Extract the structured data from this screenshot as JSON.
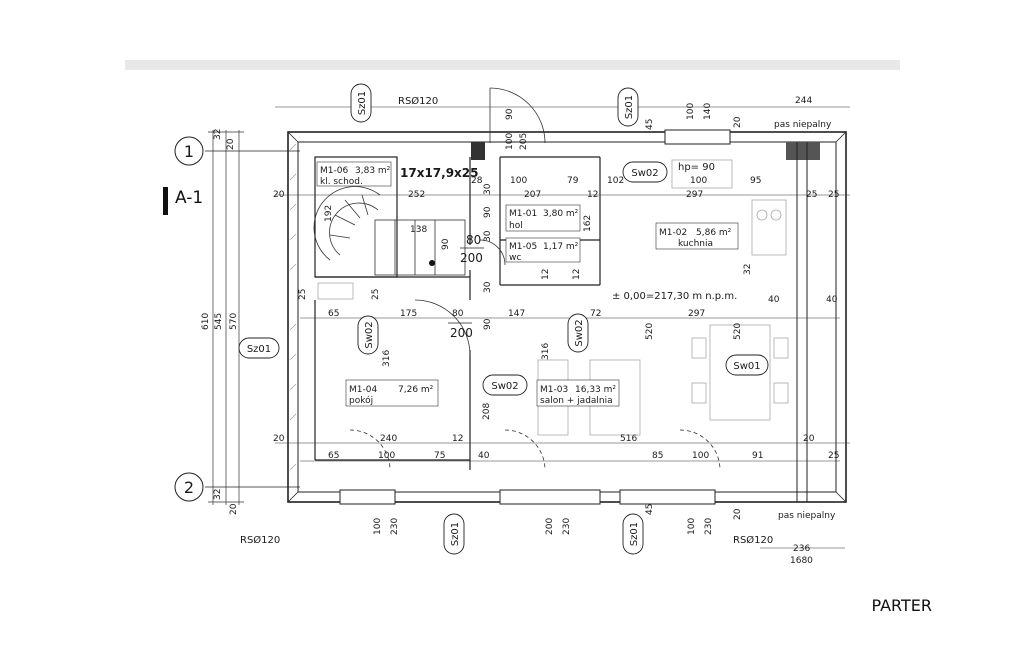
{
  "sheet": {
    "caption": "PARTER",
    "section_marker": "A-1",
    "stair_spec": "17x17,9x25",
    "level_mark": "± 0,00=217,30 m n.p.m."
  },
  "axes": [
    {
      "id": "axis-1",
      "label": "1"
    },
    {
      "id": "axis-2",
      "label": "2"
    }
  ],
  "rooms": [
    {
      "code": "M1-06",
      "area": "3,83 m²",
      "name": "kl. schod."
    },
    {
      "code": "M1-01",
      "area": "3,80 m²",
      "name": "hol"
    },
    {
      "code": "M1-05",
      "area": "1,17 m²",
      "name": "wc"
    },
    {
      "code": "M1-02",
      "area": "5,86 m²",
      "name": "kuchnia"
    },
    {
      "code": "M1-04",
      "area": "7,26 m²",
      "name": "pokój"
    },
    {
      "code": "M1-03",
      "area": "16,33 m²",
      "name": "salon + jadalnia"
    }
  ],
  "wall_tags": [
    "Sz01",
    "Sz01",
    "Sz01",
    "Sz01",
    "Sz01",
    "Sw02",
    "Sw02",
    "Sw02",
    "Sw02",
    "Sw01"
  ],
  "notes": {
    "pas_top": "pas niepalny",
    "pas_bottom": "pas niepalny",
    "hp": "hp= 90",
    "rs_top": "RSØ120",
    "rs_bottom_left": "RSØ120",
    "rs_bottom_right": "RSØ120"
  },
  "opening_labels": [
    {
      "w": "80",
      "h": "200"
    },
    {
      "w": "80",
      "h": "200"
    }
  ],
  "dimensions": {
    "top": [
      "100",
      "205",
      "90",
      "100",
      "140",
      "244"
    ],
    "row1": [
      "20",
      "252",
      "28",
      "100",
      "207",
      "79",
      "12",
      "102",
      "100",
      "297",
      "95",
      "25",
      "25"
    ],
    "row_mid": [
      "65",
      "175",
      "80",
      "147",
      "72",
      "297",
      "40",
      "40"
    ],
    "row_bottom": [
      "20",
      "240",
      "12",
      "516",
      "20",
      "65",
      "100",
      "75",
      "40",
      "85",
      "100",
      "91",
      "25"
    ],
    "bottom": [
      "100",
      "230",
      "200",
      "230",
      "100",
      "230",
      "236",
      "1680"
    ],
    "left": [
      "32",
      "20",
      "610",
      "545",
      "570",
      "32",
      "20"
    ],
    "inner": [
      "138",
      "90",
      "30",
      "192",
      "316",
      "208",
      "316",
      "520",
      "520",
      "162",
      "12",
      "12",
      "25",
      "25",
      "32",
      "45",
      "45",
      "20",
      "20",
      "30",
      "90",
      "30",
      "90"
    ]
  }
}
